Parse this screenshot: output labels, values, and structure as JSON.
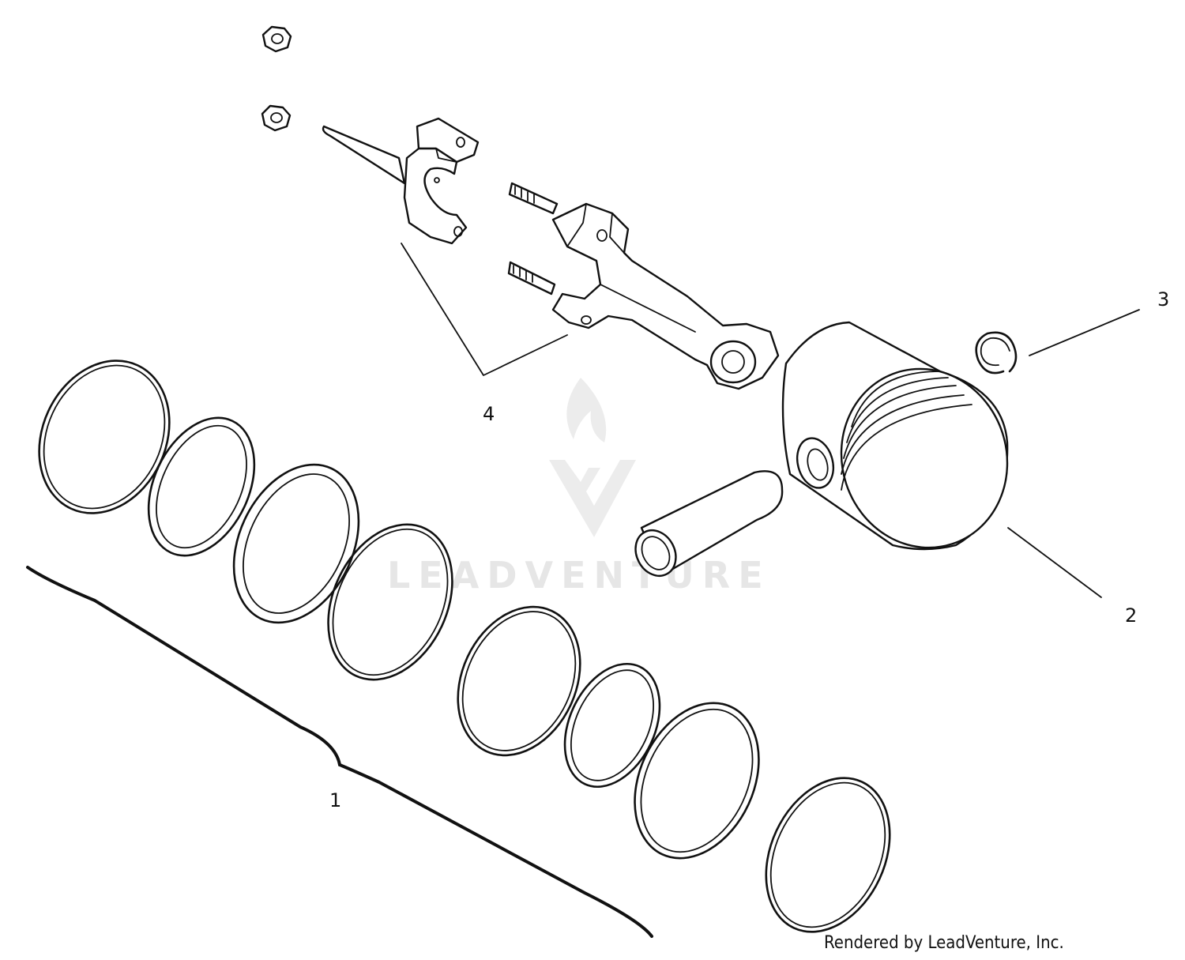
{
  "diagram": {
    "callouts": [
      {
        "id": "1"
      },
      {
        "id": "2"
      },
      {
        "id": "3"
      },
      {
        "id": "4"
      }
    ],
    "credit": "Rendered by LeadVenture, Inc.",
    "watermark": "LEADVENTURE"
  }
}
